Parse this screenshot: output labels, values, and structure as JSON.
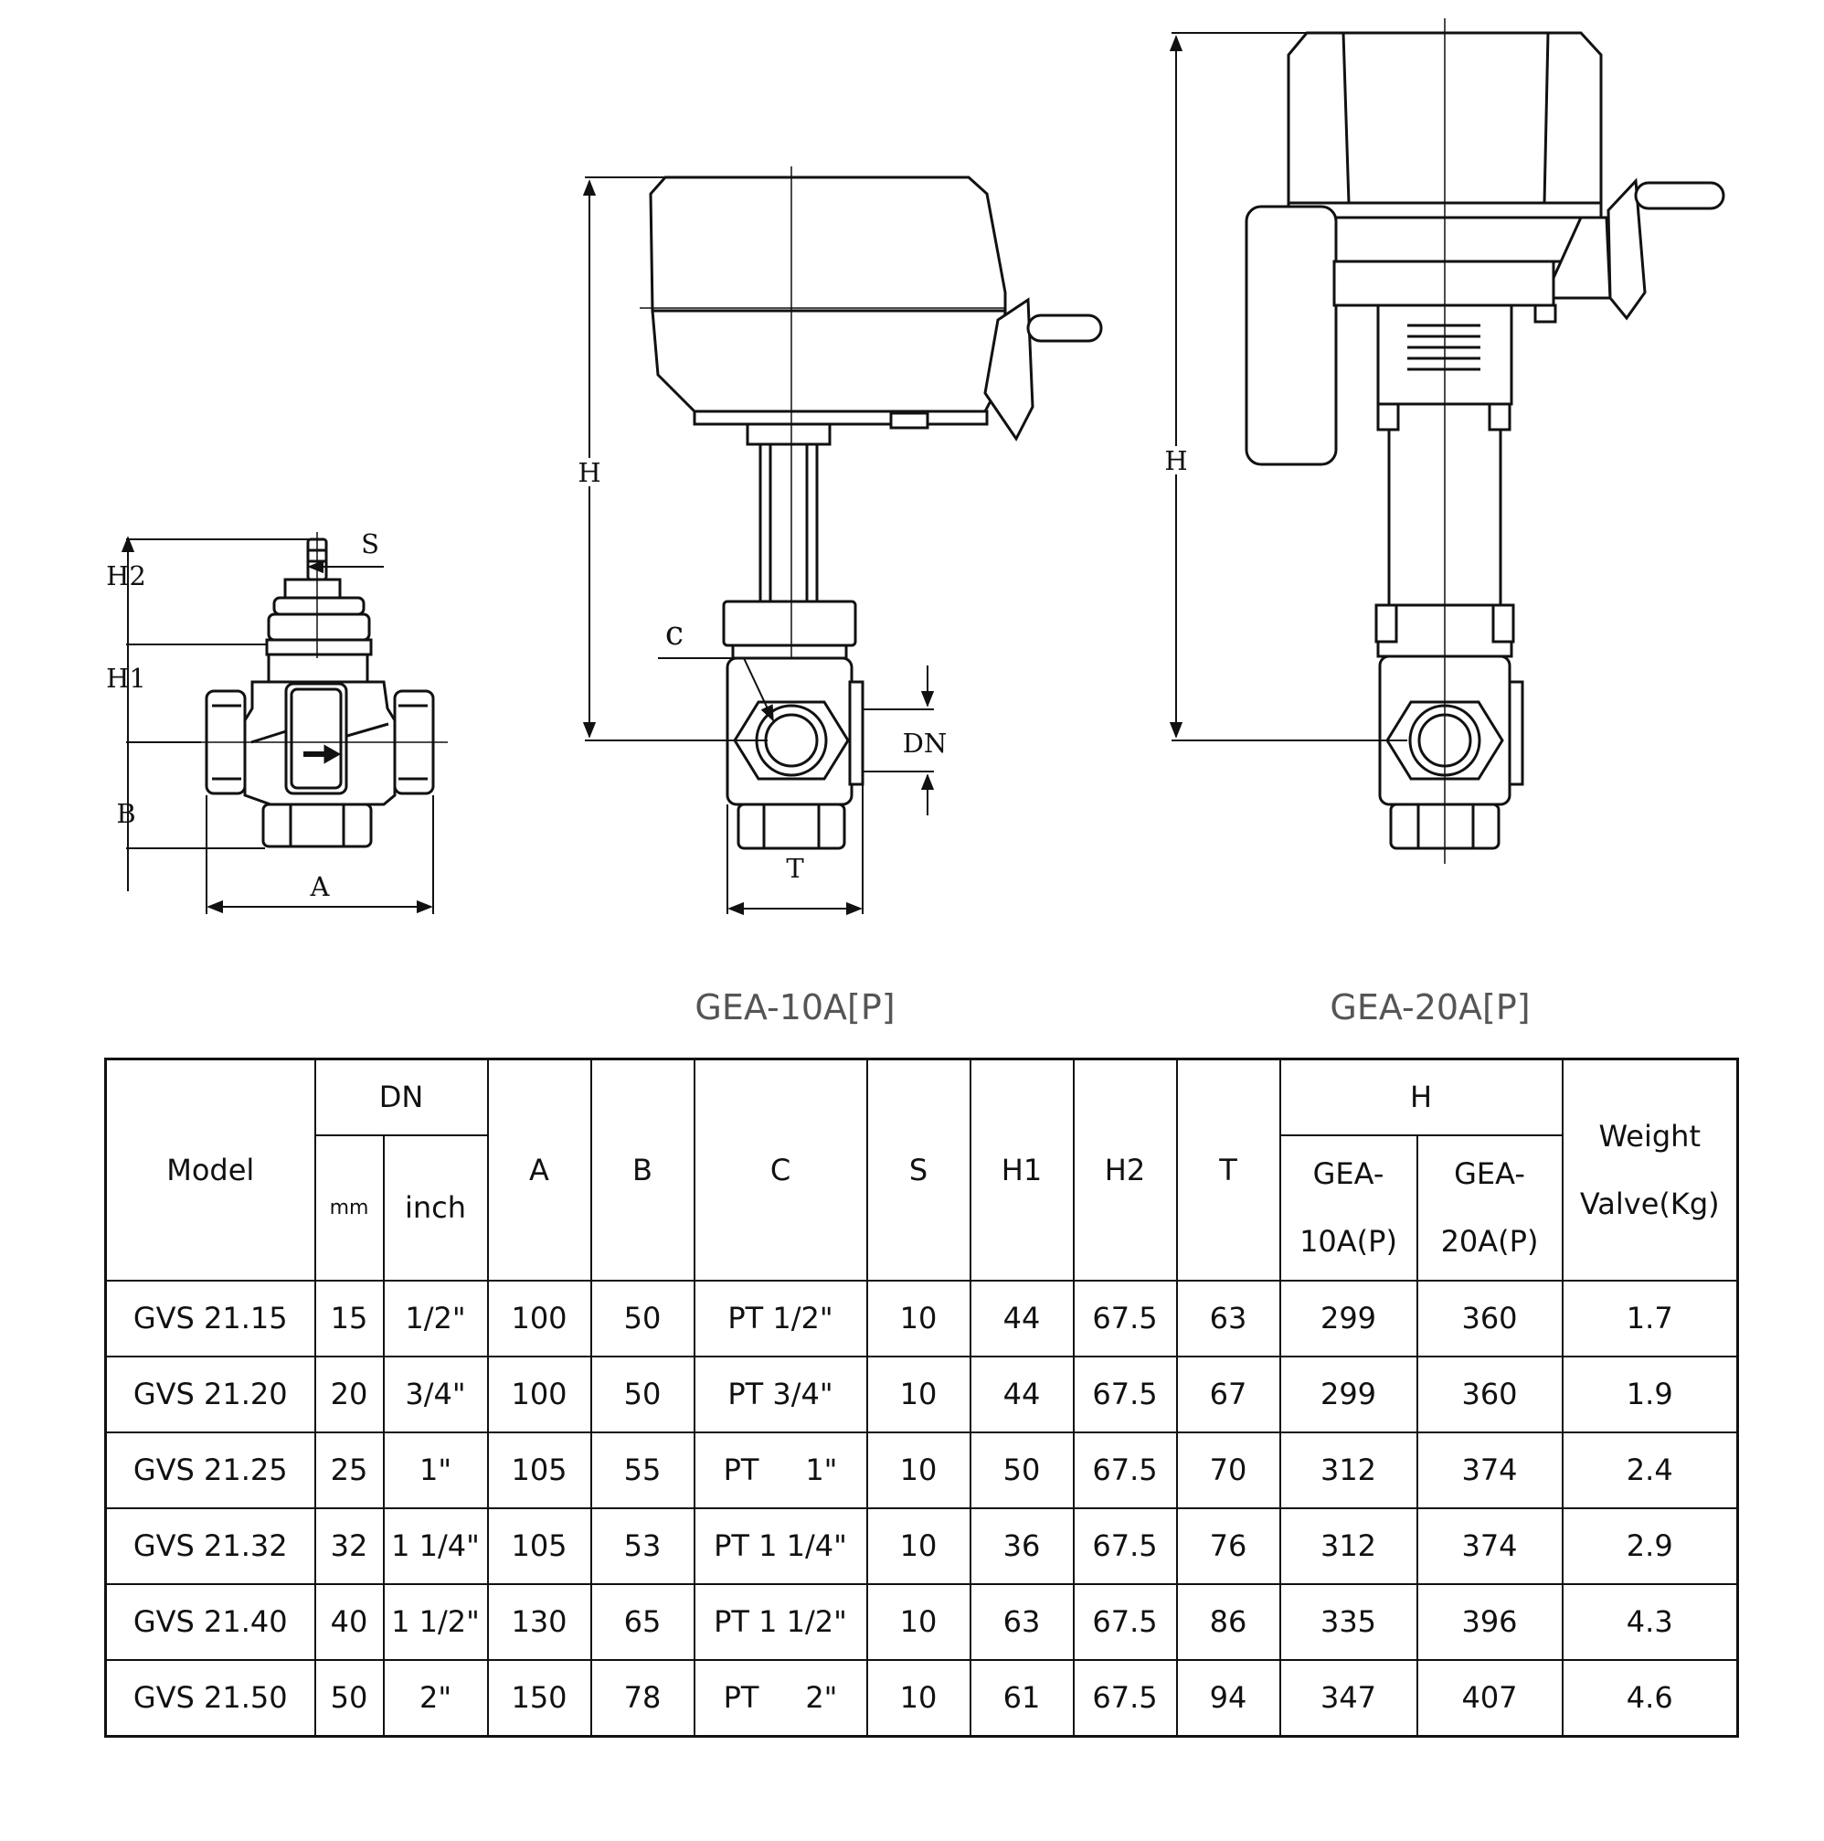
{
  "labels": {
    "H2": "H2",
    "H1": "H1",
    "B": "B",
    "A": "A",
    "S": "S",
    "H": "H",
    "C": "c",
    "DN": "DN",
    "T": "T"
  },
  "captions": {
    "gea10": "GEA-10A[P]",
    "gea20": "GEA-20A[P]"
  },
  "table": {
    "headers": {
      "model": "Model",
      "dn": "DN",
      "mm": "mm",
      "inch": "inch",
      "a": "A",
      "b": "B",
      "c": "C",
      "s": "S",
      "h1": "H1",
      "h2": "H2",
      "t": "T",
      "h": "H",
      "gea10_line1": "GEA-",
      "gea10_line2": "10A(P)",
      "gea20_line1": "GEA-",
      "gea20_line2": "20A(P)",
      "weight_line1": "Weight",
      "weight_line2": "Valve(Kg)"
    },
    "rows": [
      {
        "model": "GVS 21.15",
        "mm": "15",
        "inch": "1/2\"",
        "a": "100",
        "b": "50",
        "c": "PT 1/2\"",
        "s": "10",
        "h1": "44",
        "h2": "67.5",
        "t": "63",
        "h10": "299",
        "h20": "360",
        "weight": "1.7"
      },
      {
        "model": "GVS 21.20",
        "mm": "20",
        "inch": "3/4\"",
        "a": "100",
        "b": "50",
        "c": "PT 3/4\"",
        "s": "10",
        "h1": "44",
        "h2": "67.5",
        "t": "67",
        "h10": "299",
        "h20": "360",
        "weight": "1.9"
      },
      {
        "model": "GVS 21.25",
        "mm": "25",
        "inch": "1\"",
        "a": "105",
        "b": "55",
        "c": "PT     1\"",
        "s": "10",
        "h1": "50",
        "h2": "67.5",
        "t": "70",
        "h10": "312",
        "h20": "374",
        "weight": "2.4"
      },
      {
        "model": "GVS 21.32",
        "mm": "32",
        "inch": "1 1/4\"",
        "a": "105",
        "b": "53",
        "c": "PT 1 1/4\"",
        "s": "10",
        "h1": "36",
        "h2": "67.5",
        "t": "76",
        "h10": "312",
        "h20": "374",
        "weight": "2.9"
      },
      {
        "model": "GVS 21.40",
        "mm": "40",
        "inch": "1 1/2\"",
        "a": "130",
        "b": "65",
        "c": "PT 1 1/2\"",
        "s": "10",
        "h1": "63",
        "h2": "67.5",
        "t": "86",
        "h10": "335",
        "h20": "396",
        "weight": "4.3"
      },
      {
        "model": "GVS 21.50",
        "mm": "50",
        "inch": "2\"",
        "a": "150",
        "b": "78",
        "c": "PT     2\"",
        "s": "10",
        "h1": "61",
        "h2": "67.5",
        "t": "94",
        "h10": "347",
        "h20": "407",
        "weight": "4.6"
      }
    ]
  }
}
